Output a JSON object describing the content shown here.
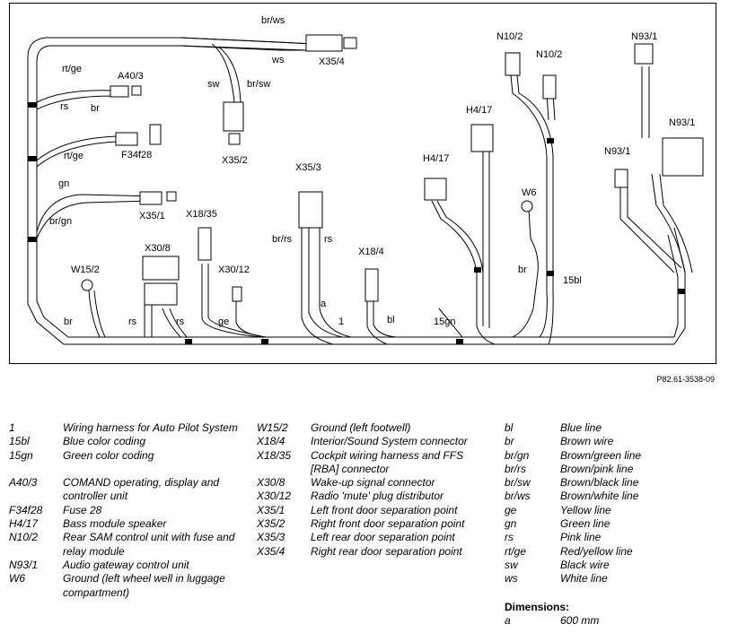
{
  "figure_ref": "P82.61-3538-09",
  "labels": {
    "x35_4": "X35/4",
    "br_ws": "br/ws",
    "ws": "ws",
    "sw": "sw",
    "br_sw": "br/sw",
    "x35_2": "X35/2",
    "rt_ge_top": "rt/ge",
    "a40_3": "A40/3",
    "rs_top": "rs",
    "br_top": "br",
    "rt_ge_mid": "rt/ge",
    "f34f28": "F34f28",
    "gn": "gn",
    "br_gn": "br/gn",
    "x35_1": "X35/1",
    "x18_35": "X18/35",
    "x30_8": "X30/8",
    "w15_2": "W15/2",
    "x30_12": "X30/12",
    "br_w15": "br",
    "rs_a": "rs",
    "rs_b": "rs",
    "ge": "ge",
    "x35_3": "X35/3",
    "br_rs": "br/rs",
    "rs_x35_3": "rs",
    "a": "a",
    "one": "1",
    "x18_4": "X18/4",
    "bl": "bl",
    "n15gn": "15gn",
    "h4_17_a": "H4/17",
    "h4_17_b": "H4/17",
    "n10_2_a": "N10/2",
    "n10_2_b": "N10/2",
    "w6": "W6",
    "br_w6": "br",
    "n15bl": "15bl",
    "n93_1_a": "N93/1",
    "n93_1_b": "N93/1",
    "n93_1_c": "N93/1"
  },
  "legend_col1": [
    {
      "code": "1",
      "desc": "Wiring harness for Auto Pilot System"
    },
    {
      "code": "15bl",
      "desc": "Blue color coding"
    },
    {
      "code": "15gn",
      "desc": "Green color coding"
    },
    {
      "code": "",
      "desc": ""
    },
    {
      "code": "A40/3",
      "desc": "COMAND operating, display and controller unit"
    },
    {
      "code": "F34f28",
      "desc": "Fuse 28"
    },
    {
      "code": "H4/17",
      "desc": "Bass module speaker"
    },
    {
      "code": "N10/2",
      "desc": "Rear SAM control unit with fuse and relay module"
    },
    {
      "code": "N93/1",
      "desc": "Audio gateway control unit"
    },
    {
      "code": "W6",
      "desc": "Ground (left wheel well in luggage compartment)"
    }
  ],
  "legend_col2": [
    {
      "code": "W15/2",
      "desc": "Ground (left footwell)"
    },
    {
      "code": "X18/4",
      "desc": "Interior/Sound System connector"
    },
    {
      "code": "X18/35",
      "desc": "Cockpit wiring harness and FFS [RBA] connector"
    },
    {
      "code": "X30/8",
      "desc": "Wake-up signal connector"
    },
    {
      "code": "X30/12",
      "desc": "Radio 'mute' plug distributor"
    },
    {
      "code": "X35/1",
      "desc": "Left front door separation point"
    },
    {
      "code": "X35/2",
      "desc": "Right front door separation point"
    },
    {
      "code": "X35/3",
      "desc": "Left rear door separation point"
    },
    {
      "code": "X35/4",
      "desc": "Right rear door separation point"
    }
  ],
  "legend_col3": [
    {
      "code": "bl",
      "desc": "Blue line"
    },
    {
      "code": "br",
      "desc": "Brown wire"
    },
    {
      "code": "br/gn",
      "desc": "Brown/green line"
    },
    {
      "code": "br/rs",
      "desc": "Brown/pink line"
    },
    {
      "code": "br/sw",
      "desc": "Brown/black line"
    },
    {
      "code": "br/ws",
      "desc": "Brown/white line"
    },
    {
      "code": "ge",
      "desc": "Yellow line"
    },
    {
      "code": "gn",
      "desc": "Green line"
    },
    {
      "code": "rs",
      "desc": "Pink line"
    },
    {
      "code": "rt/ge",
      "desc": "Red/yellow line"
    },
    {
      "code": "sw",
      "desc": "Black wire"
    },
    {
      "code": "ws",
      "desc": "White line"
    }
  ],
  "dimensions": {
    "title": "Dimensions:",
    "code": "a",
    "value": "600 mm"
  }
}
